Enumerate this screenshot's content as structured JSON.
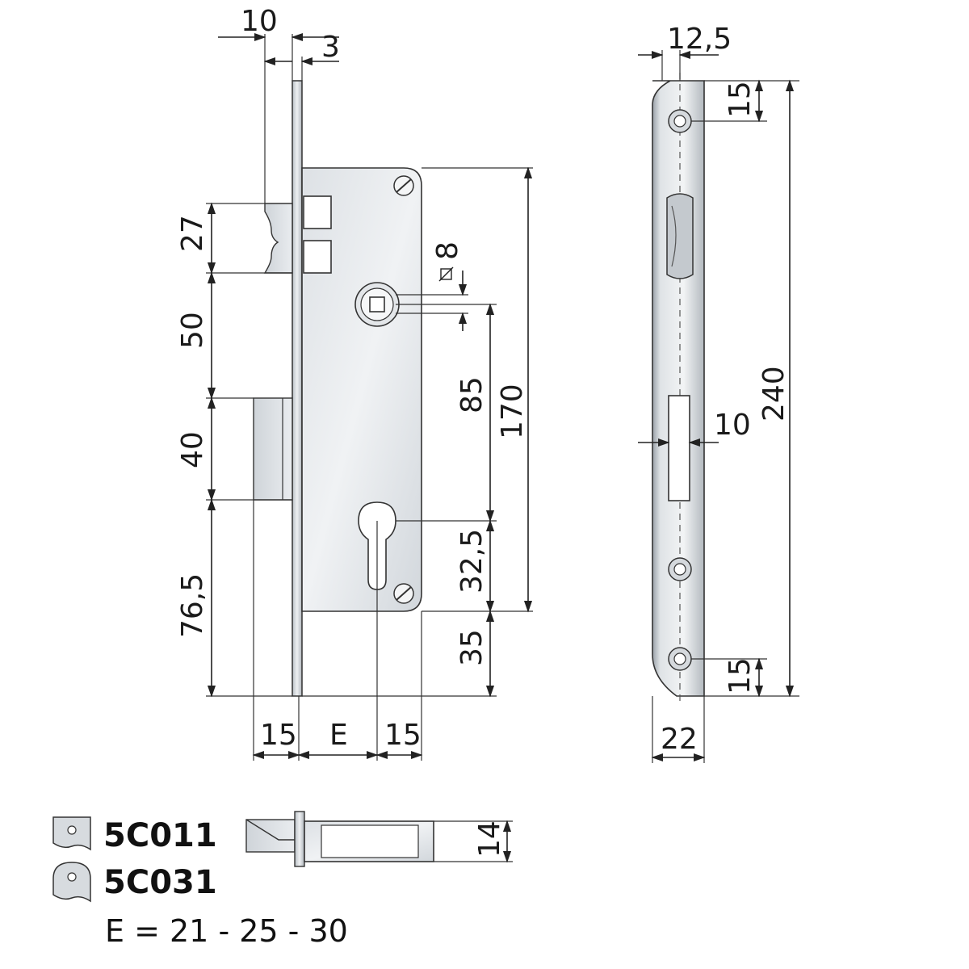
{
  "diagram": {
    "dimensions": {
      "faceplate_width": "10",
      "faceplate_thickness": "3",
      "latch_height": "27",
      "latch_to_bolt": "50",
      "bolt_height": "40",
      "bolt_to_bottom": "76,5",
      "square_spindle": "8",
      "spindle_to_cylinder": "85",
      "case_height": "170",
      "cylinder_to_case_bottom": "32,5",
      "case_bottom_to_plate_bottom": "35",
      "bottom_left": "15",
      "backset": "E",
      "bottom_right": "15",
      "strike_offset": "12,5",
      "strike_top_hole": "15",
      "strike_length": "240",
      "strike_slot_width": "10",
      "strike_bottom_hole": "15",
      "strike_width": "22",
      "case_thickness": "14"
    },
    "legend": {
      "model_square": "5C011",
      "model_rounded": "5C031",
      "backset_options": "E = 21 - 25 - 30"
    },
    "colors": {
      "metal_light": "#e8ebee",
      "metal_mid": "#c9ced3",
      "metal_dark": "#8e959c",
      "line": "#222222"
    }
  }
}
